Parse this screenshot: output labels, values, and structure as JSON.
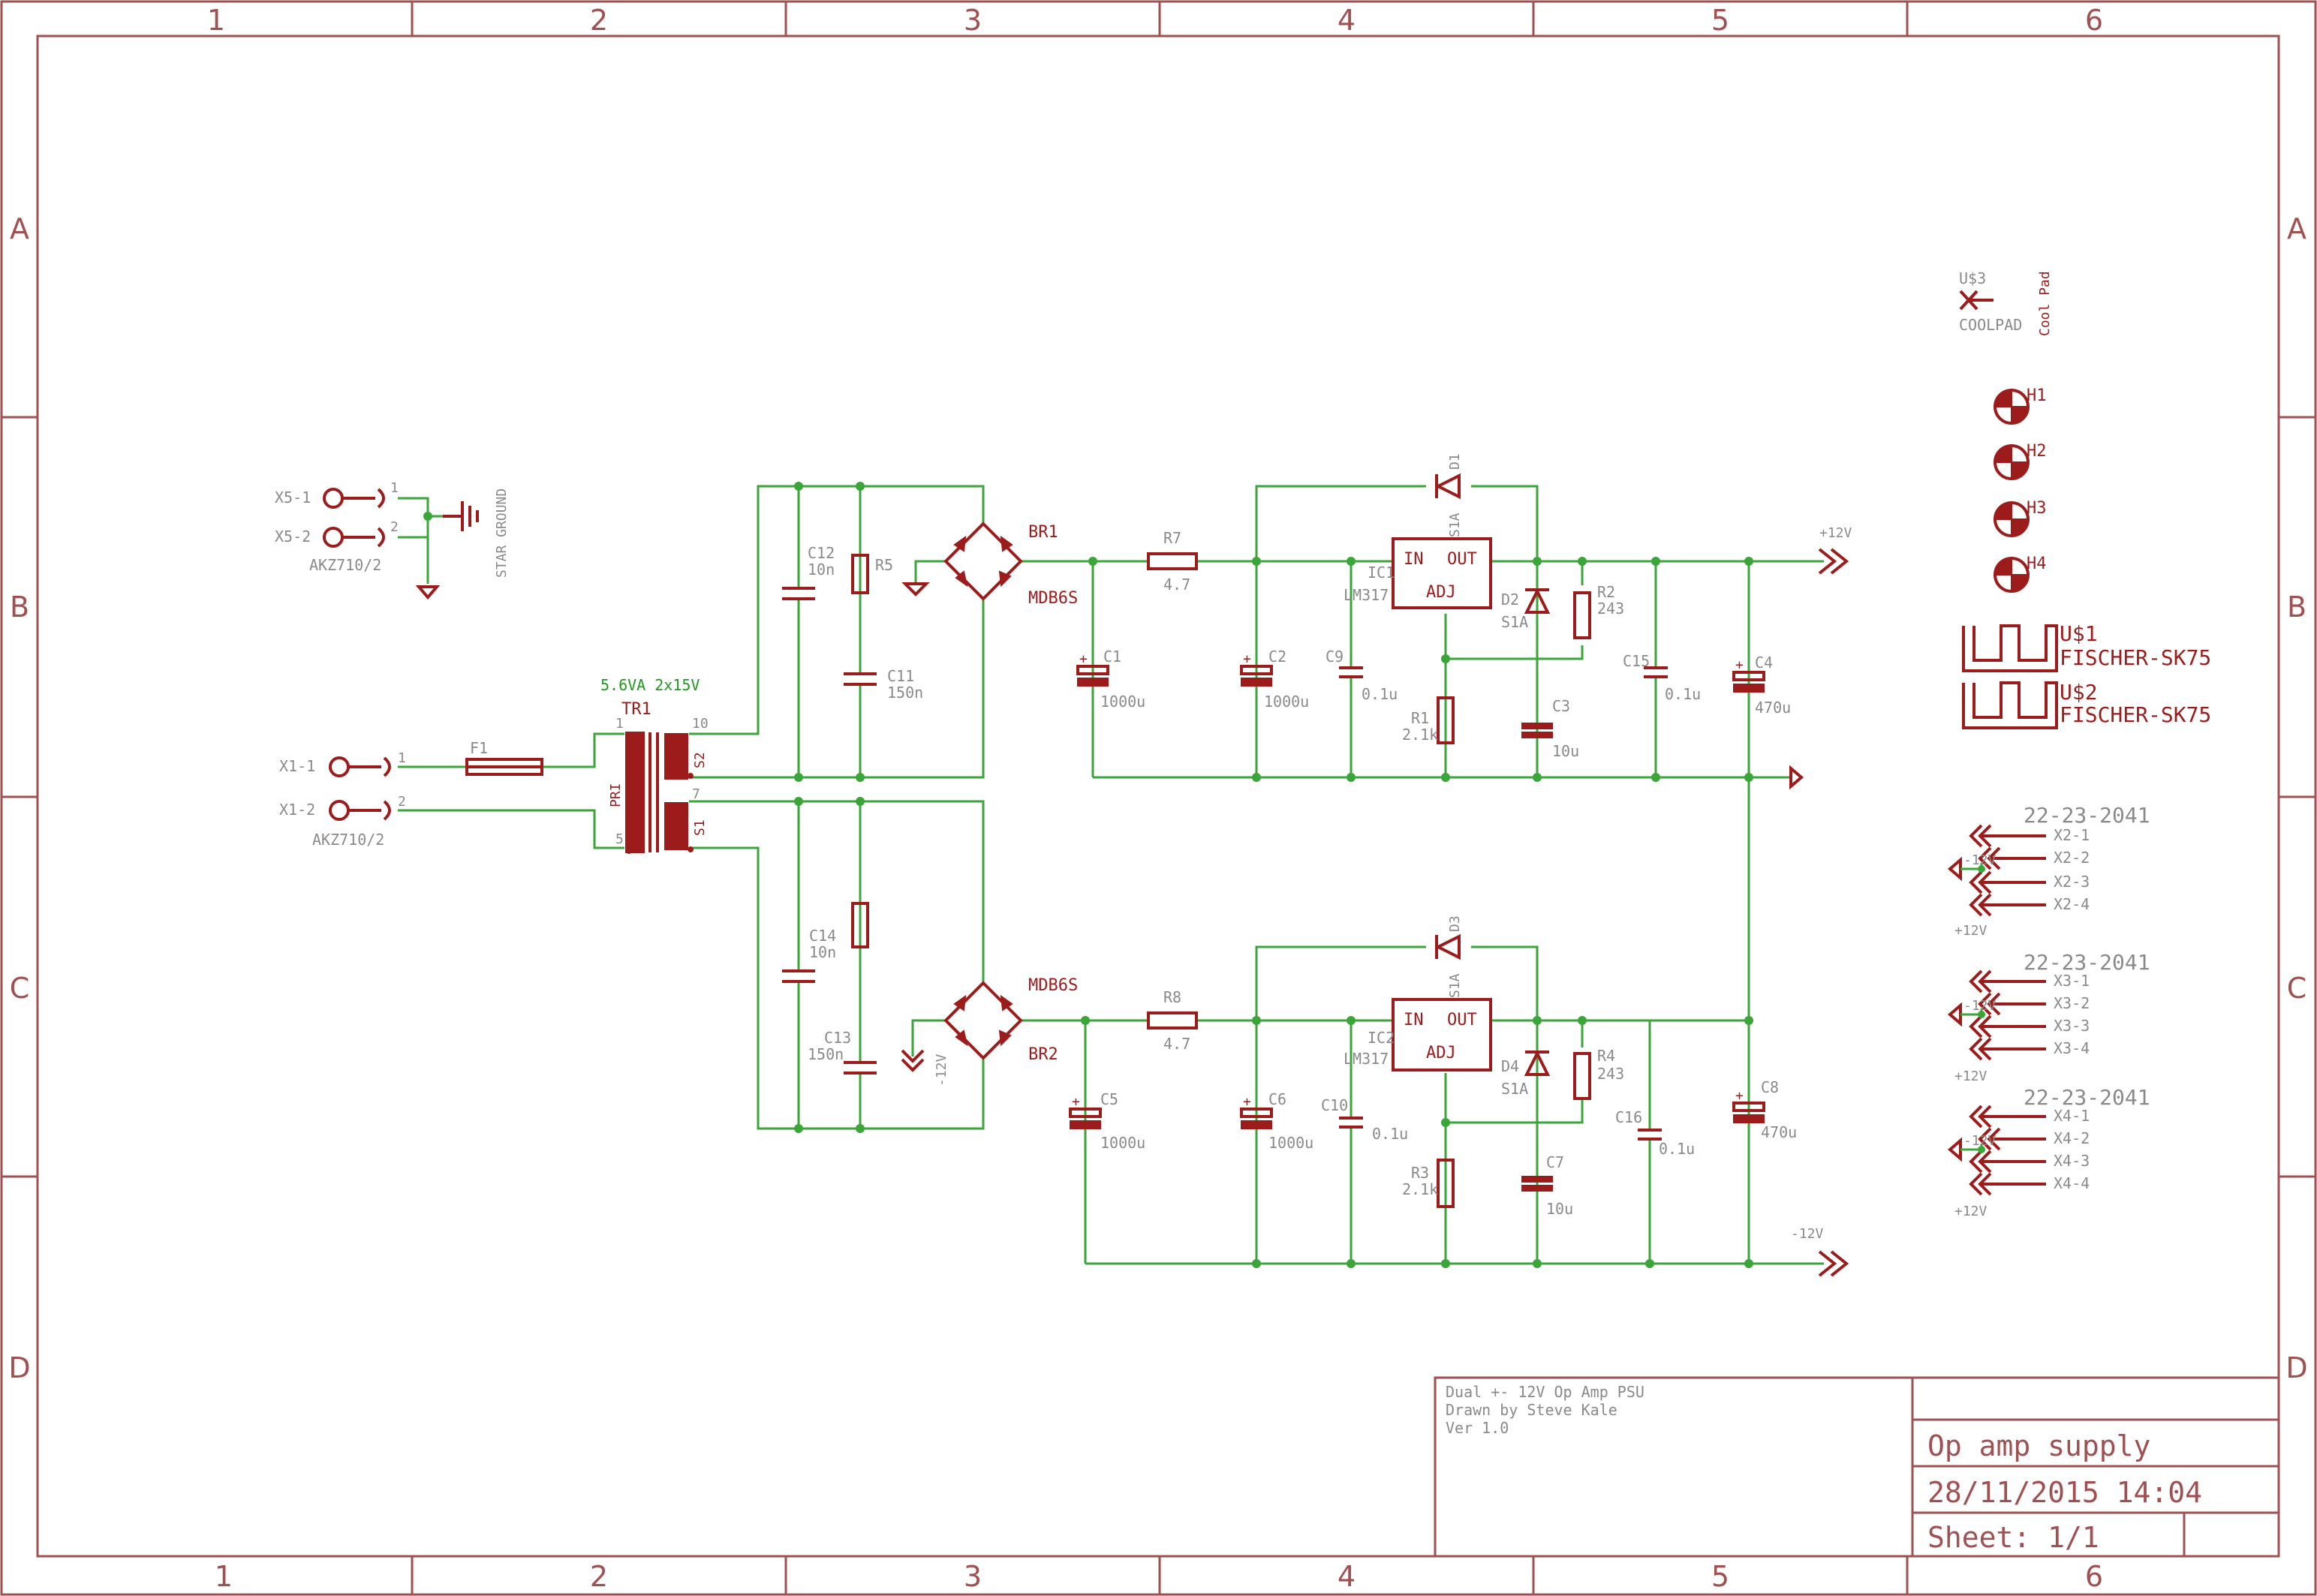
{
  "frame": {
    "columns": [
      "1",
      "2",
      "3",
      "4",
      "5",
      "6"
    ],
    "rows": [
      "A",
      "B",
      "C",
      "D"
    ]
  },
  "connectors_in": {
    "x5_1": "X5-1",
    "x5_2": "X5-2",
    "x5_part": "AKZ710/2",
    "x1_1": "X1-1",
    "x1_2": "X1-2",
    "x1_part": "AKZ710/2",
    "pin1": "1",
    "pin2": "2",
    "star_ground": "STAR GROUND"
  },
  "transformer": {
    "name": "TR1",
    "rating": "5.6VA 2x15V",
    "pri": "PRI",
    "s1": "S1",
    "s2": "S2",
    "p1": "1",
    "p5": "5",
    "p10": "10",
    "p7": "7"
  },
  "fuse": {
    "name": "F1"
  },
  "top": {
    "c12": "C12",
    "c12v": "10n",
    "r5": "R5",
    "c11": "C11",
    "c11v": "150n",
    "br": "BR1",
    "brv": "MDB6S",
    "r7": "R7",
    "r7v": "4.7",
    "c1": "C1",
    "c1v": "1000u",
    "c2": "C2",
    "c2v": "1000u",
    "c9": "C9",
    "c9v": "0.1u",
    "ic": "IC1",
    "icv": "LM317",
    "in": "IN",
    "out": "OUT",
    "adj": "ADJ",
    "d1": "D1",
    "d1v": "S1A",
    "d2": "D2",
    "d2v": "S1A",
    "r2": "R2",
    "r2v": "243",
    "r1": "R1",
    "r1v": "2.1k",
    "c3": "C3",
    "c3v": "10u",
    "c15": "C15",
    "c15v": "0.1u",
    "c4": "C4",
    "c4v": "470u",
    "rail": "+12V"
  },
  "bottom": {
    "c14": "C14",
    "c14v": "10n",
    "c13": "C13",
    "c13v": "150n",
    "br": "BR2",
    "brv": "MDB6S",
    "neg": "-12V",
    "r8": "R8",
    "r8v": "4.7",
    "c5": "C5",
    "c5v": "1000u",
    "c6": "C6",
    "c6v": "1000u",
    "c10": "C10",
    "c10v": "0.1u",
    "ic": "IC2",
    "icv": "LM317",
    "in": "IN",
    "out": "OUT",
    "adj": "ADJ",
    "d3": "D3",
    "d3v": "S1A",
    "d4": "D4",
    "d4v": "S1A",
    "r4": "R4",
    "r4v": "243",
    "r3": "R3",
    "r3v": "2.1k",
    "c7": "C7",
    "c7v": "10u",
    "c16": "C16",
    "c16v": "0.1u",
    "c8": "C8",
    "c8v": "470u",
    "rail": "-12V"
  },
  "misc": {
    "u3": "U$3",
    "coolpad": "COOLPAD",
    "coolpad_v": "Cool Pad",
    "h1": "H1",
    "h2": "H2",
    "h3": "H3",
    "h4": "H4",
    "u1": "U$1",
    "u1v": "FISCHER-SK75",
    "u2": "U$2",
    "u2v": "FISCHER-SK75"
  },
  "connectors_out": [
    {
      "part": "22-23-2041",
      "pins": [
        "X2-1",
        "X2-2",
        "X2-3",
        "X2-4"
      ],
      "neg": "-12V",
      "pos": "+12V"
    },
    {
      "part": "22-23-2041",
      "pins": [
        "X3-1",
        "X3-2",
        "X3-3",
        "X3-4"
      ],
      "neg": "-12V",
      "pos": "+12V"
    },
    {
      "part": "22-23-2041",
      "pins": [
        "X4-1",
        "X4-2",
        "X4-3",
        "X4-4"
      ],
      "neg": "-12V",
      "pos": "+12V"
    }
  ],
  "titleblock": {
    "desc1": "Dual +- 12V Op Amp PSU",
    "desc2": "Drawn by Steve Kale",
    "desc3": "Ver 1.0",
    "title": "Op amp supply",
    "date": "28/11/2015 14:04",
    "sheet": "Sheet: 1/1"
  },
  "colors": {
    "wire": "#3aa63a",
    "symbol": "#9c1c1c",
    "frame": "#a05050",
    "text": "#8a8a8a"
  }
}
